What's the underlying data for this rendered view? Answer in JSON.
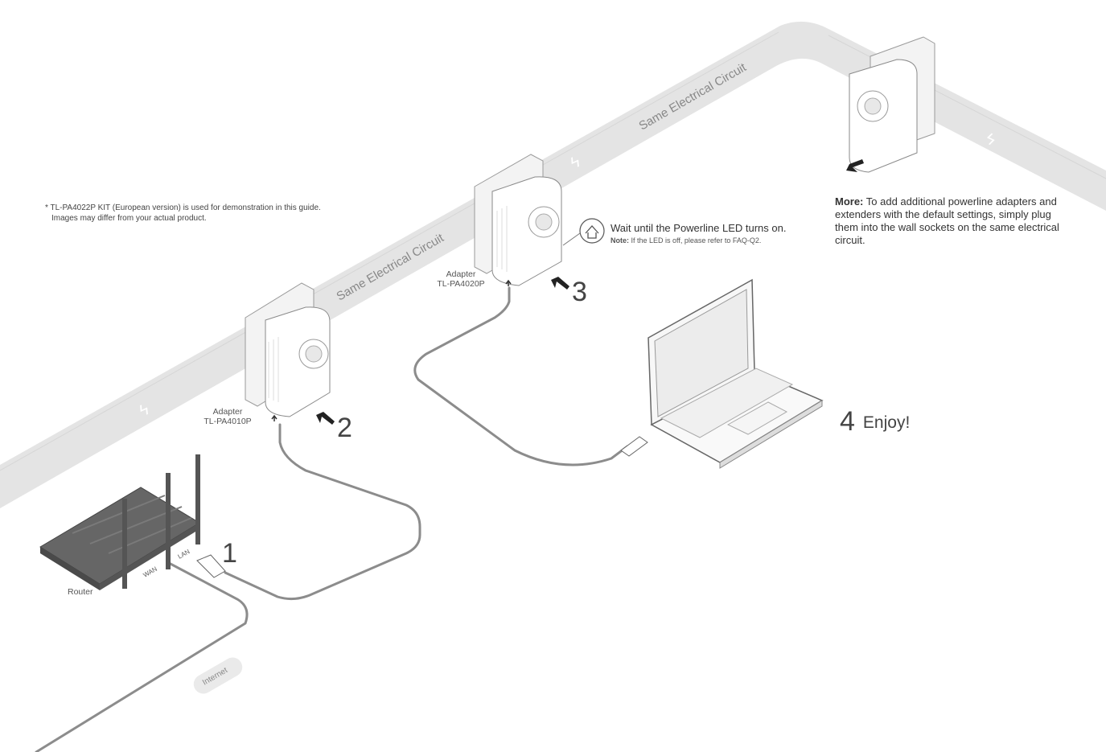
{
  "disclaimer": {
    "line1": "* TL-PA4022P KIT (European version) is used for demonstration in this guide.",
    "line2": "Images may differ from your actual product."
  },
  "circuit": {
    "label_left": "Same Electrical Circuit",
    "label_right": "Same Electrical Circuit"
  },
  "adapter1": {
    "title": "Adapter",
    "model": "TL-PA4010P"
  },
  "adapter2": {
    "title": "Adapter",
    "model": "TL-PA4020P"
  },
  "steps": {
    "s1": "1",
    "s2": "2",
    "s3": "3",
    "s4": "4",
    "s4_text": "Enjoy!"
  },
  "wait": {
    "text": "Wait until the Powerline LED turns on.",
    "note_label": "Note:",
    "note_text": "If the LED is off, please refer to FAQ-Q2."
  },
  "more": {
    "label": "More:",
    "text": "To add additional powerline adapters and extenders with the default settings, simply plug them into the wall sockets on the same electrical circuit."
  },
  "router": {
    "label": "Router",
    "port_lan": "LAN",
    "port_wan": "WAN"
  },
  "internet": {
    "label": "Internet"
  },
  "colors": {
    "wall": "#e3e3e3",
    "cable": "#8c8c8c",
    "device": "#ffffff",
    "router": "#5e5e5e"
  }
}
